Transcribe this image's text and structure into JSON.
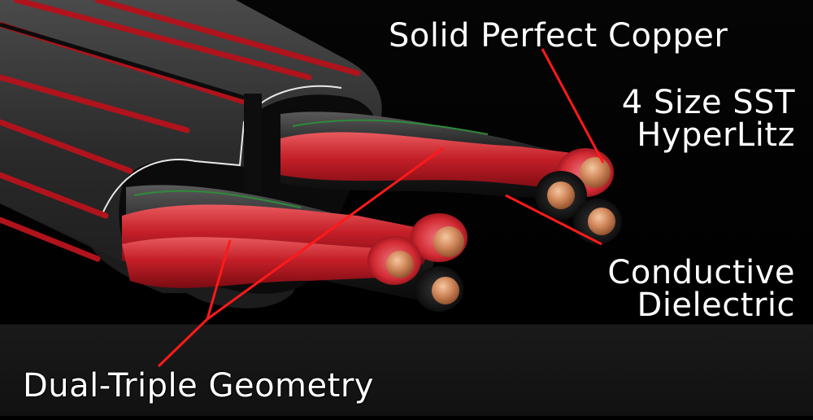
{
  "labels": {
    "solid_copper": "Solid Perfect Copper",
    "sst_line1": "4 Size SST",
    "sst_line2": "HyperLitz",
    "dielectric_line1": "Conductive",
    "dielectric_line2": "Dielectric",
    "geometry": "Dual-Triple Geometry"
  },
  "colors": {
    "background": "#000000",
    "jacket": "#2b2b2b",
    "stripe": "#b0131c",
    "insulation_red": "#c8232c",
    "insulation_black": "#151515",
    "copper": "#c8784a",
    "leader_line": "#ff1a1a",
    "text": "#ffffff"
  }
}
